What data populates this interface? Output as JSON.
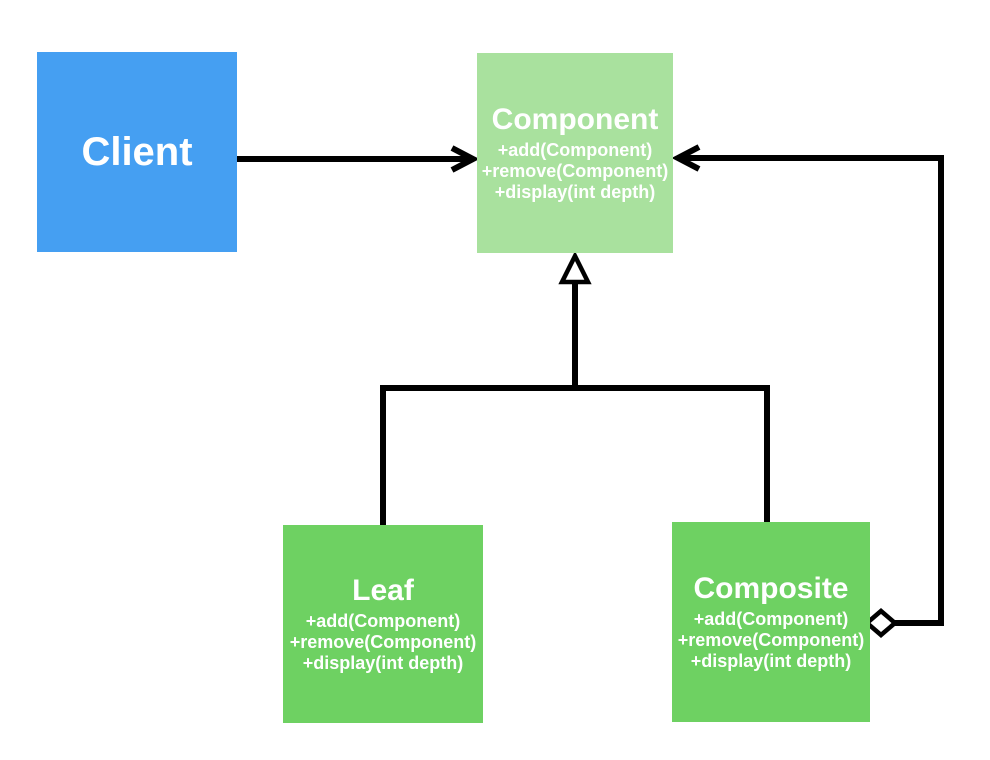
{
  "diagram": {
    "background": "#ffffff",
    "line_color": "#000000",
    "nodes": {
      "client": {
        "label": "Client",
        "fill": "#459ff2",
        "text_color": "#ffffff"
      },
      "component": {
        "label": "Component",
        "fill": "#a9e19e",
        "text_color": "#ffffff",
        "methods": [
          "+add(Component)",
          "+remove(Component)",
          "+display(int depth)"
        ]
      },
      "leaf": {
        "label": "Leaf",
        "fill": "#6ed162",
        "text_color": "#ffffff",
        "methods": [
          "+add(Component)",
          "+remove(Component)",
          "+display(int depth)"
        ]
      },
      "composite": {
        "label": "Composite",
        "fill": "#6ed162",
        "text_color": "#ffffff",
        "methods": [
          "+add(Component)",
          "+remove(Component)",
          "+display(int depth)"
        ]
      }
    },
    "connectors": [
      {
        "type": "directed-association",
        "from": "Client",
        "to": "Component",
        "head": "open-arrow"
      },
      {
        "type": "generalization",
        "from": "Leaf",
        "to": "Component",
        "head": "hollow-triangle"
      },
      {
        "type": "generalization",
        "from": "Composite",
        "to": "Component",
        "head": "hollow-triangle"
      },
      {
        "type": "aggregation",
        "from": "Composite",
        "to": "Component",
        "tail": "hollow-diamond",
        "head": "open-arrow"
      }
    ]
  }
}
